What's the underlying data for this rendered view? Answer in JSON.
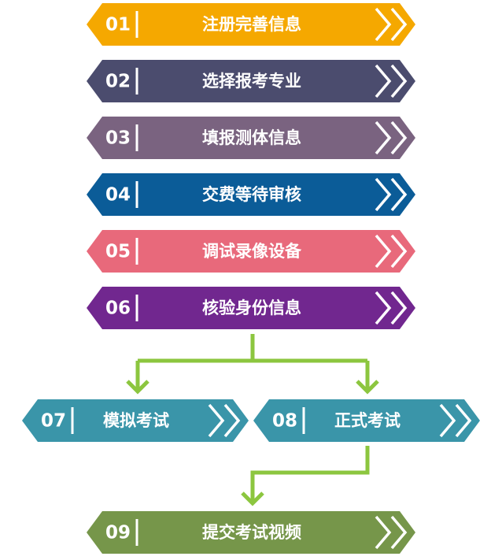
{
  "colors": {
    "connector": "#8cc63f",
    "separator": "#ffffff",
    "chevron": "#ffffff"
  },
  "steps": [
    {
      "number": "01",
      "label": "注册完善信息",
      "color": "#f5a800"
    },
    {
      "number": "02",
      "label": "选择报考专业",
      "color": "#4b4c6e"
    },
    {
      "number": "03",
      "label": "填报测体信息",
      "color": "#7a6380"
    },
    {
      "number": "04",
      "label": "交费等待审核",
      "color": "#0b5c98"
    },
    {
      "number": "05",
      "label": "调试录像设备",
      "color": "#e8697b"
    },
    {
      "number": "06",
      "label": "核验身份信息",
      "color": "#71278f"
    },
    {
      "number": "07",
      "label": "模拟考试",
      "color": "#3a95a9"
    },
    {
      "number": "08",
      "label": "正式考试",
      "color": "#3a95a9"
    },
    {
      "number": "09",
      "label": "提交考试视频",
      "color": "#76964a"
    }
  ]
}
